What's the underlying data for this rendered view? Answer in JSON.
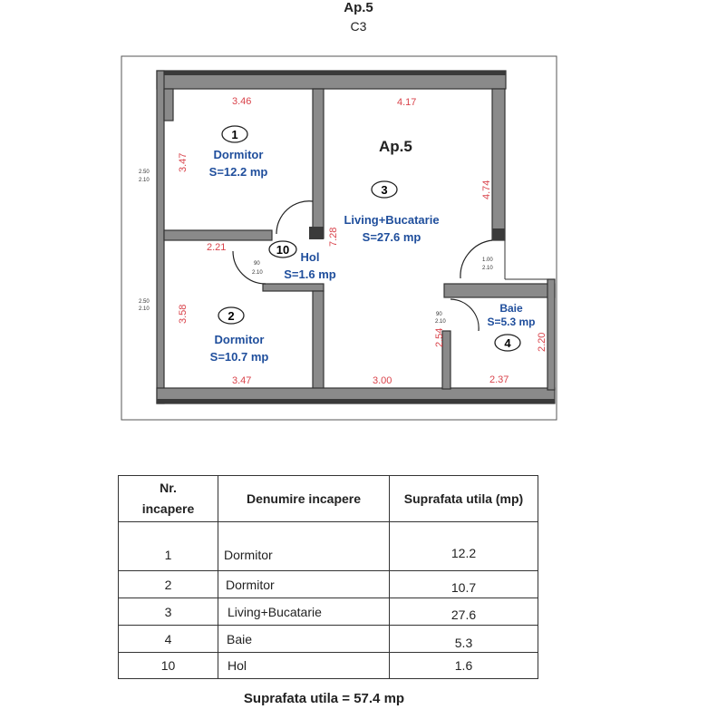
{
  "header": {
    "title": "Ap.5",
    "subtitle": "C3"
  },
  "plan": {
    "apartment_label": "Ap.5",
    "rooms": [
      {
        "number": "1",
        "name": "Dormitor",
        "area": "S=12.2 mp"
      },
      {
        "number": "2",
        "name": "Dormitor",
        "area": "S=10.7 mp"
      },
      {
        "number": "3",
        "name": "Living+Bucatarie",
        "area": "S=27.6 mp"
      },
      {
        "number": "4",
        "name": "Baie",
        "area": "S=5.3 mp"
      },
      {
        "number": "10",
        "name": "Hol",
        "area": "S=1.6 mp"
      }
    ],
    "dimensions": [
      "3.46",
      "4.17",
      "3.47",
      "4.74",
      "7.28",
      "2.21",
      "3.58",
      "3.47",
      "3.00",
      "2.37",
      "2.54",
      "2.20"
    ],
    "door_tags": [
      "90",
      "2.10",
      "1.00",
      "2.50"
    ],
    "colors": {
      "dimension": "#d9434b",
      "room_label": "#1f4e9c",
      "wall": "#8a8a8a"
    }
  },
  "table": {
    "headers": [
      "Nr.\nincapere",
      "Denumire incapere",
      "Suprafata utila (mp)"
    ],
    "rows": [
      {
        "nr": "1",
        "name": "Dormitor",
        "area": "12.2"
      },
      {
        "nr": "2",
        "name": "Dormitor",
        "area": "10.7"
      },
      {
        "nr": "3",
        "name": "Living+Bucatarie",
        "area": "27.6"
      },
      {
        "nr": "4",
        "name": "Baie",
        "area": "5.3"
      },
      {
        "nr": "10",
        "name": "Hol",
        "area": "1.6"
      }
    ]
  },
  "total": "Suprafata utila = 57.4 mp"
}
